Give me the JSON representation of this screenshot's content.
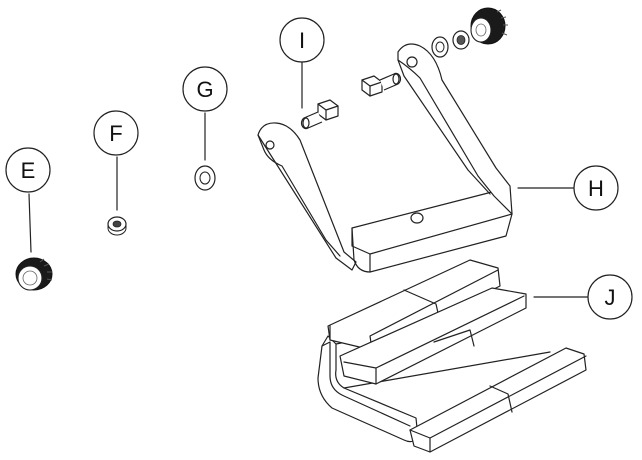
{
  "diagram": {
    "labels": {
      "E": "E",
      "F": "F",
      "G": "G",
      "H": "H",
      "I": "I",
      "J": "J"
    }
  },
  "colors": {
    "line": "#222222",
    "rubber": "#1a1a1a",
    "background": "#ffffff"
  }
}
